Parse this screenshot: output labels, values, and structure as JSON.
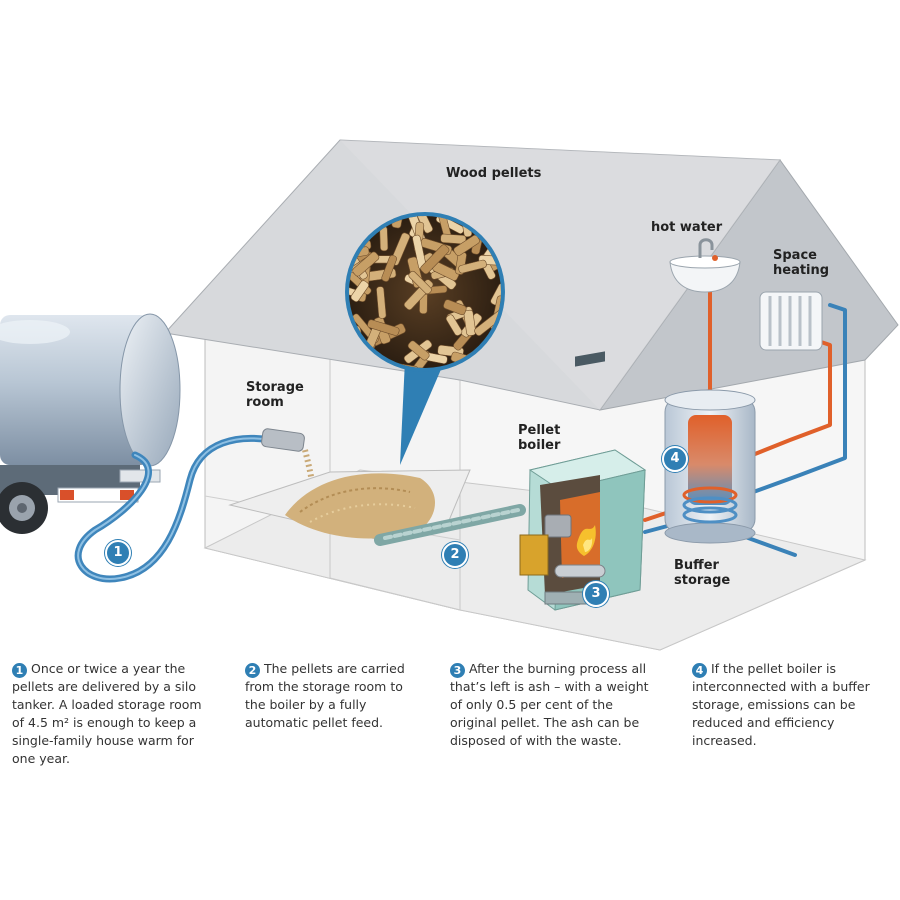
{
  "labels": {
    "wood_pellets": "Wood pellets",
    "hot_water": "hot water",
    "space_heating_1": "Space",
    "space_heating_2": "heating",
    "storage_room_1": "Storage",
    "storage_room_2": "room",
    "pellet_boiler_1": "Pellet",
    "pellet_boiler_2": "boiler",
    "buffer_storage_1": "Buffer",
    "buffer_storage_2": "storage"
  },
  "badges": [
    "1",
    "2",
    "3",
    "4"
  ],
  "captions": [
    {
      "num": "1",
      "text": "Once or twice a year the pellets are delivered by a silo tanker. A loaded storage room of 4.5 m² is enough to keep a single-family house warm for one year."
    },
    {
      "num": "2",
      "text": "The pellets are carried from the storage room to the boiler by a fully automatic pellet feed."
    },
    {
      "num": "3",
      "text": "After the burning process all that’s left is ash – with a weight of only 0.5 per cent of the original pellet. The ash can be disposed of with the waste."
    },
    {
      "num": "4",
      "text": "If the pellet boiler is interconnected with a buffer storage, emissions can be reduced and efficiency increased."
    }
  ],
  "colors": {
    "accent_blue": "#2f7fb4",
    "hot_pipe": "#e0602a",
    "cold_pipe": "#3a82b8"
  }
}
